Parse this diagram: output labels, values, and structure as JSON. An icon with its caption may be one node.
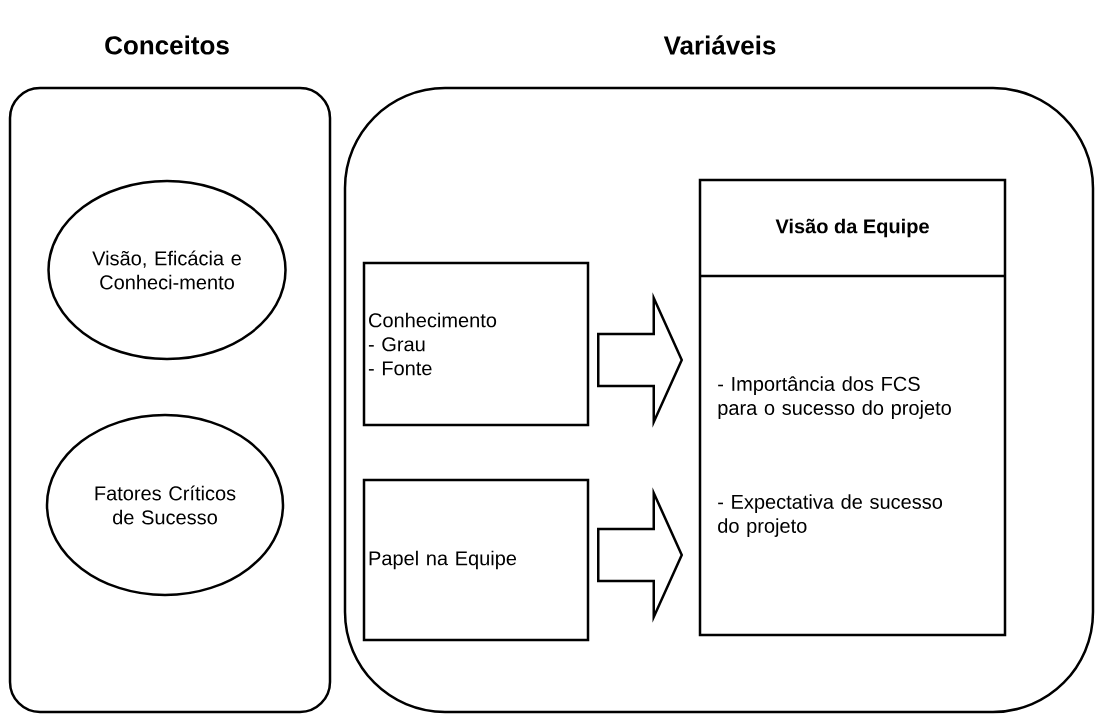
{
  "diagram": {
    "nodes": [
      {
        "text": [
          "Conceitos"
        ]
      },
      {
        "text": [
          "Visão, Eficácia e Conheci-mento"
        ],
        "in": 0
      },
      {
        "text": [
          "Fatores Críticos de Sucesso"
        ],
        "in": 0
      },
      {
        "text": [
          "Variáveis"
        ]
      },
      {
        "text": [
          "Conhecimento",
          "- Grau",
          "- Fonte"
        ],
        "in": 3
      },
      {
        "text": [
          "Papel na Equipe"
        ],
        "in": 3
      },
      {
        "text": [
          "Visão da Equipe",
          "- Importância dos FCS para o sucesso do projeto",
          "- Expectativa de sucesso do projeto"
        ],
        "in": 3
      }
    ],
    "edges": [
      {
        "from": 4,
        "to": 6,
        "arrow": "to"
      },
      {
        "from": 5,
        "to": 6,
        "arrow": "to"
      }
    ]
  }
}
